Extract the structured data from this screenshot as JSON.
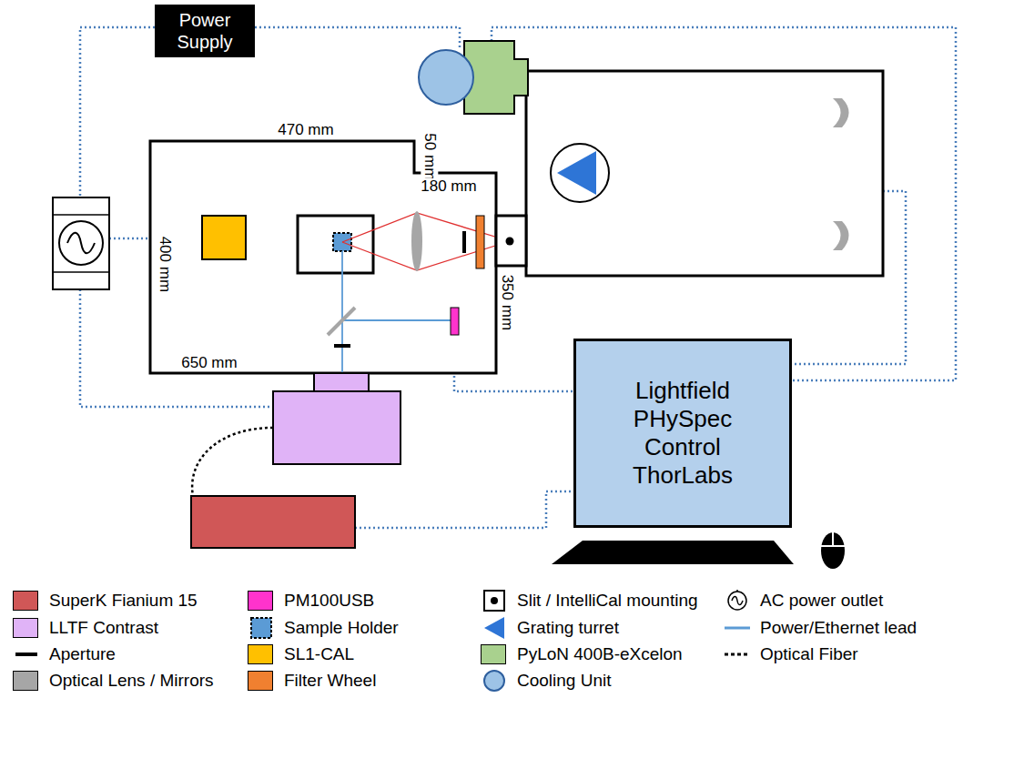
{
  "diagram": {
    "nodes": [
      {
        "text": [
          "Power Supply"
        ]
      },
      {
        "text": [
          "Lightfield PHySpec Control ThorLabs"
        ]
      }
    ],
    "labels": [
      "470 mm",
      "50 mm",
      "180 mm",
      "400 mm",
      "350 mm",
      "650 mm"
    ],
    "legend": [
      {
        "text": "SuperK Fianium 15",
        "color": "#d05757"
      },
      {
        "text": "PM100USB",
        "color": "#ff33cc"
      },
      {
        "text": "Slit / IntelliCal mounting"
      },
      {
        "text": "AC power outlet"
      },
      {
        "text": "LLTF Contrast",
        "color": "#e0b3f7"
      },
      {
        "text": "Sample Holder"
      },
      {
        "text": "Grating turret"
      },
      {
        "text": "Power/Ethernet lead"
      },
      {
        "text": "Aperture"
      },
      {
        "text": "SL1-CAL",
        "color": "#ffc000"
      },
      {
        "text": "PyLoN 400B-eXcelon",
        "color": "#a9d18e"
      },
      {
        "text": "Optical Fiber"
      },
      {
        "text": "Optical Lens / Mirrors",
        "color": "#a6a6a6"
      },
      {
        "text": "Filter Wheel",
        "color": "#f08030"
      },
      {
        "text": "Cooling Unit"
      }
    ]
  }
}
